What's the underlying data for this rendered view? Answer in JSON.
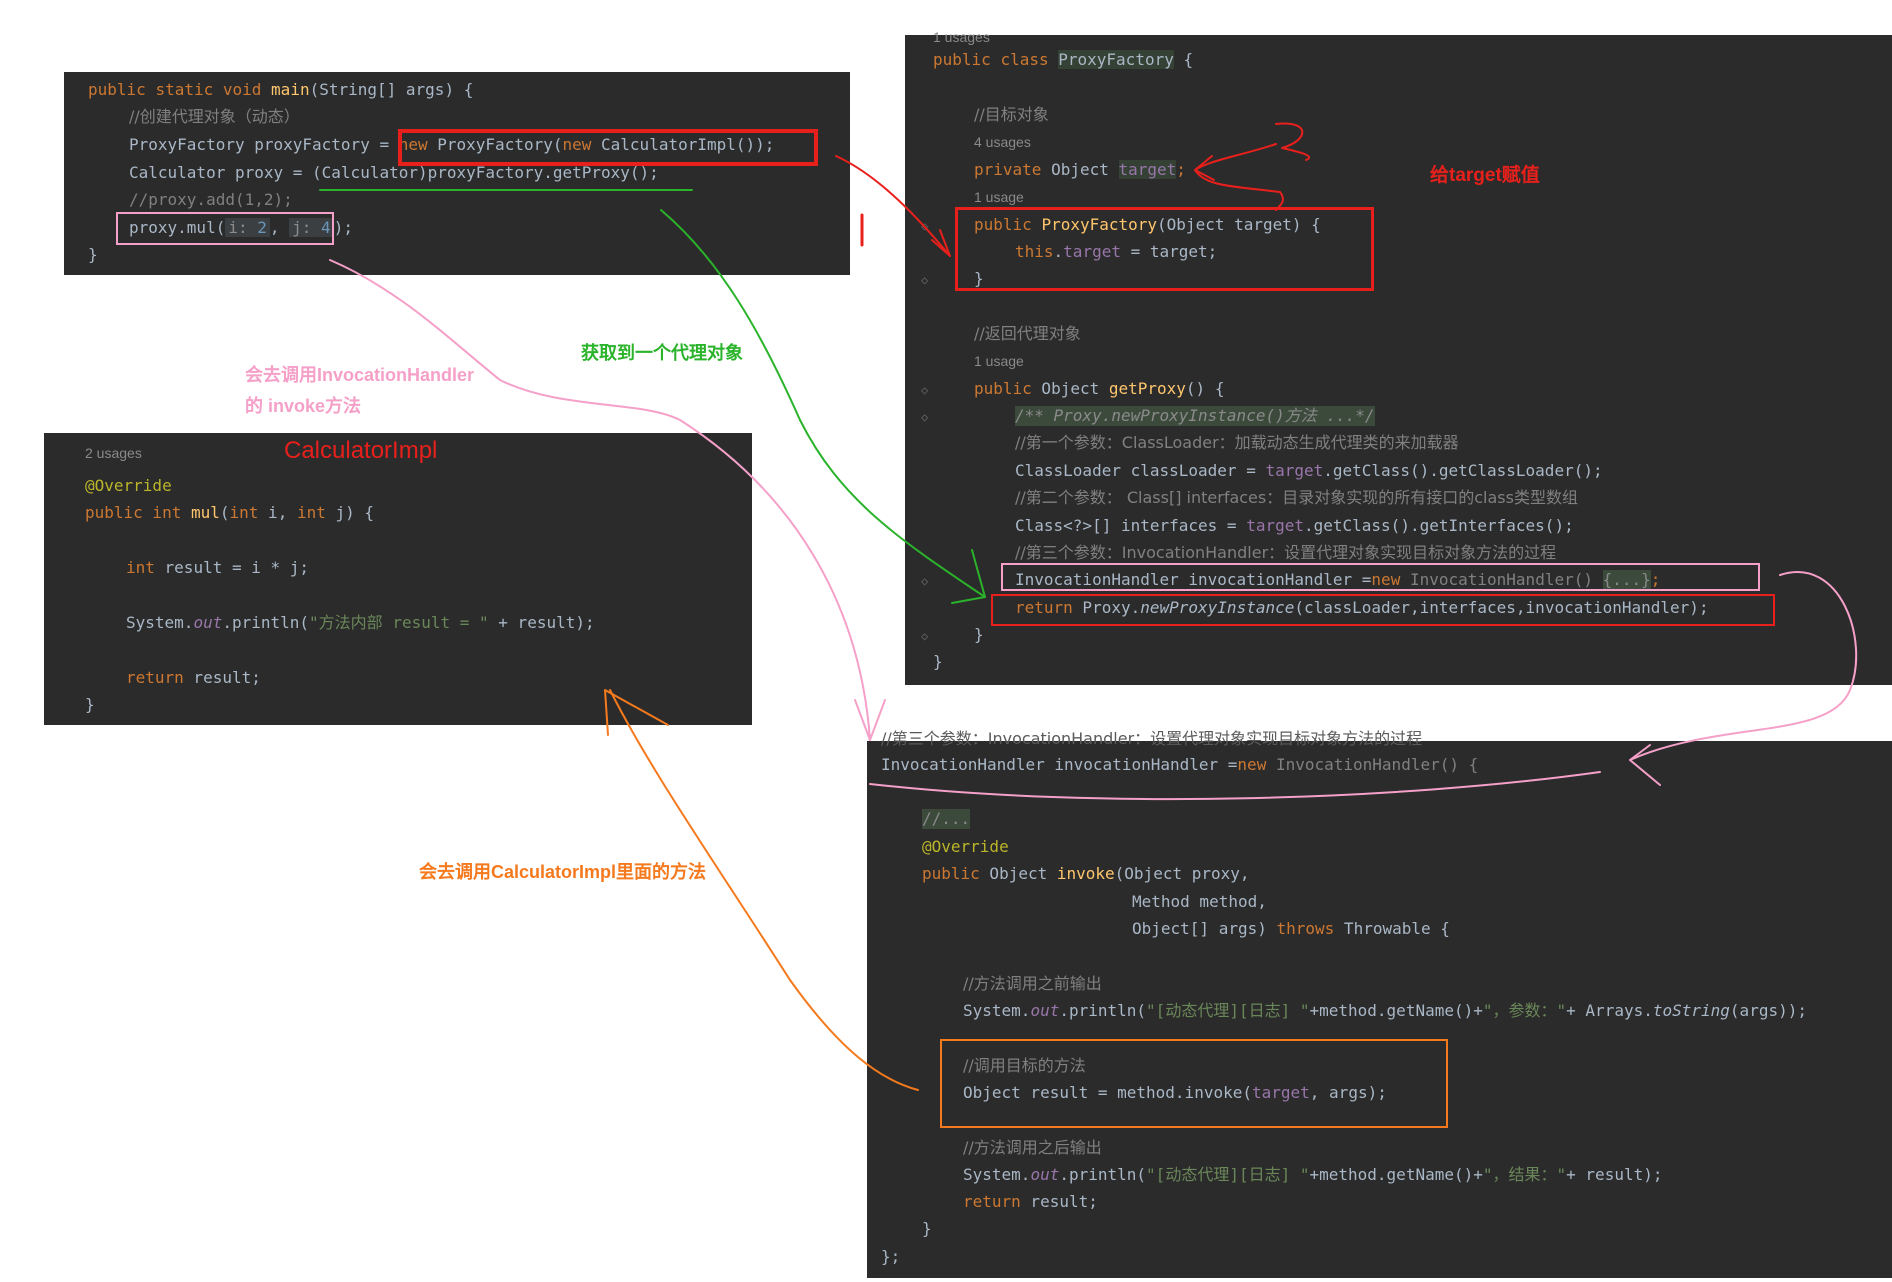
{
  "main_panel": {
    "l1": {
      "public": "public",
      "static": "static",
      "void": "void",
      "name": "main",
      "rest": "(String[] args) {"
    },
    "l2": "//创建代理对象（动态）",
    "l3": {
      "type": "ProxyFactory proxyFactory = ",
      "new1": "new",
      "ctor": " ProxyFactory(",
      "new2": "new",
      "impl": " CalculatorImpl());"
    },
    "l4": "Calculator proxy = (Calculator)proxyFactory.getProxy();",
    "l5": "//proxy.add(1,2);",
    "l6": {
      "call": "proxy.mul(",
      "hint_i": "i:",
      "v1": "2",
      "hint_j": "j:",
      "v2": "4",
      "end": ");"
    },
    "l7": "}"
  },
  "factory_panel": {
    "top_usages": "1 usages",
    "l1": {
      "public": "public",
      "class": "class",
      "name": "ProxyFactory",
      "brace": " {"
    },
    "c1": "//目标对象",
    "u1": "4 usages",
    "l2": {
      "private": "private",
      "type": " Object ",
      "field": "target",
      "semi": ";"
    },
    "u2": "1 usage",
    "l3": {
      "public": "public",
      "name": "ProxyFactory",
      "args": "(Object target) {"
    },
    "l4": {
      "this": "this",
      "dot": ".",
      "field": "target",
      "rest": " = target;"
    },
    "l5": "}",
    "c2": "//返回代理对象",
    "u3": "1 usage",
    "l6": {
      "public": "public",
      "type": " Object ",
      "name": "getProxy",
      "rest": "() {"
    },
    "l7": "/** Proxy.newProxyInstance()方法 ...*/",
    "c3": "//第一个参数：ClassLoader：加载动态生成代理类的来加载器",
    "l8": {
      "pre": "ClassLoader classLoader = ",
      "field": "target",
      "rest": ".getClass().getClassLoader();"
    },
    "c4": "//第二个参数： Class[] interfaces：目录对象实现的所有接口的class类型数组",
    "l9": {
      "pre": "Class<?>[] interfaces = ",
      "field": "target",
      "rest": ".getClass().getInterfaces();"
    },
    "c5": "//第三个参数：InvocationHandler：设置代理对象实现目标对象方法的过程",
    "l10": {
      "pre": "InvocationHandler invocationHandler =",
      "new": "new",
      "type": " InvocationHandler() ",
      "fold": "{...}",
      "semi": ";"
    },
    "l11": {
      "return": "return",
      "pre": " Proxy.",
      "method": "newProxyInstance",
      "rest": "(classLoader,interfaces,invocationHandler);"
    },
    "l12": "}",
    "l13": "}"
  },
  "impl_panel": {
    "usages": "2 usages",
    "title": "CalculatorImpl",
    "l1": "@Override",
    "l2": {
      "public": "public",
      "int1": " int ",
      "name": "mul",
      "p1": "(",
      "int2": "int",
      "p2": " i, ",
      "int3": "int",
      "p3": " j) {"
    },
    "l3": {
      "int": "int",
      "rest": " result = i * j;"
    },
    "l4": {
      "pre": "System.",
      "out": "out",
      "mid": ".println(",
      "str": "\"方法内部 result = \"",
      "rest": " + result);"
    },
    "l5": {
      "return": "return",
      "rest": " result;"
    },
    "l6": "}"
  },
  "handler_panel": {
    "top_cut": "//第三个参数：InvocationHandler：设置代理对象实现目标对象方法的过程",
    "l1": {
      "pre": "InvocationHandler invocationHandler =",
      "new": "new",
      "type": " InvocationHandler() {"
    },
    "l2": "//...",
    "l3": "@Override",
    "l4": {
      "public": "public",
      "type": " Object ",
      "name": "invoke",
      "rest": "(Object proxy,"
    },
    "l5": "Method method,",
    "l6": {
      "pre": "Object[] args) ",
      "throws": "throws",
      "rest": " Throwable {"
    },
    "c1": "//方法调用之前输出",
    "l7": {
      "pre": "System.",
      "out": "out",
      "mid": ".println(",
      "str": "\"[动态代理][日志] \"",
      "a": "+method.getName()+",
      "str2": "\"，参数：\"",
      "b": "+ Arrays.",
      "m": "toString",
      "c": "(args));"
    },
    "c2": "//调用目标的方法",
    "l8": {
      "pre": "Object result = method.invoke(",
      "field": "target",
      "rest": ", args);"
    },
    "c3": "//方法调用之后输出",
    "l9": {
      "pre": "System.",
      "out": "out",
      "mid": ".println(",
      "str": "\"[动态代理][日志] \"",
      "a": "+method.getName()+",
      "str2": "\"，结果：\"",
      "b": "+ result);"
    },
    "l10": {
      "return": "return",
      "rest": " result;"
    },
    "l11": "}",
    "l12": "};"
  },
  "annotations": {
    "assign_target": "给target赋值",
    "get_proxy": "获取到一个代理对象",
    "invoke_line1": "会去调用InvocationHandler",
    "invoke_line2": "的 invoke方法",
    "call_impl": "会去调用CalculatorImpl里面的方法"
  },
  "colors": {
    "editor_bg": "#2b2b2b",
    "red": "#e8201c",
    "green": "#2bb32b",
    "pink": "#f5a0c8",
    "orange": "#f57a1e"
  }
}
